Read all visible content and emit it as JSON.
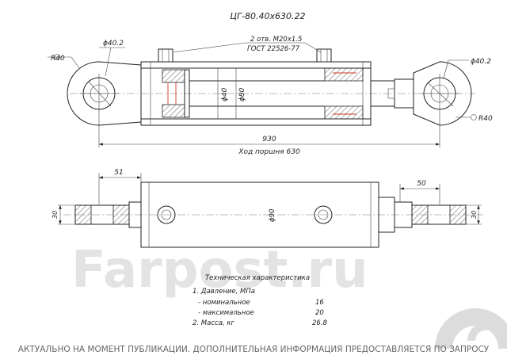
{
  "drawing": {
    "title": "ЦГ-80.40х630.22",
    "ports": {
      "line1": "2 отв. М20х1.5",
      "line2": "ГОСТ 22526-77"
    },
    "top_view": {
      "radius_left": "R40",
      "bore_left": "ϕ40.2",
      "rod_dia": "ϕ40",
      "piston_dia": "ϕ80",
      "bore_right": "ϕ40.2",
      "radius_right": "R40",
      "overall_length": "930",
      "stroke_label": "Ход поршня 630"
    },
    "side_view": {
      "dim_51": "51",
      "dim_50": "50",
      "thick_left": "30",
      "thick_right": "30",
      "body_dia": "ϕ90"
    },
    "specs": {
      "heading": "Техническая характеристика",
      "rows": [
        {
          "label": "1. Давление, МПа",
          "value": ""
        },
        {
          "label": "- номинальное",
          "value": "16"
        },
        {
          "label": "- максимальное",
          "value": "20"
        },
        {
          "label": "2. Масса, кг",
          "value": "26.8"
        }
      ]
    },
    "watermark": "Farpost.ru",
    "footer": "АКТУАЛЬНО НА МОМЕНТ ПУБЛИКАЦИИ. ДОПОЛНИТЕЛЬНАЯ ИНФОРМАЦИЯ ПРЕДОСТАВЛЯЕТСЯ ПО ЗАПРОСУ"
  }
}
